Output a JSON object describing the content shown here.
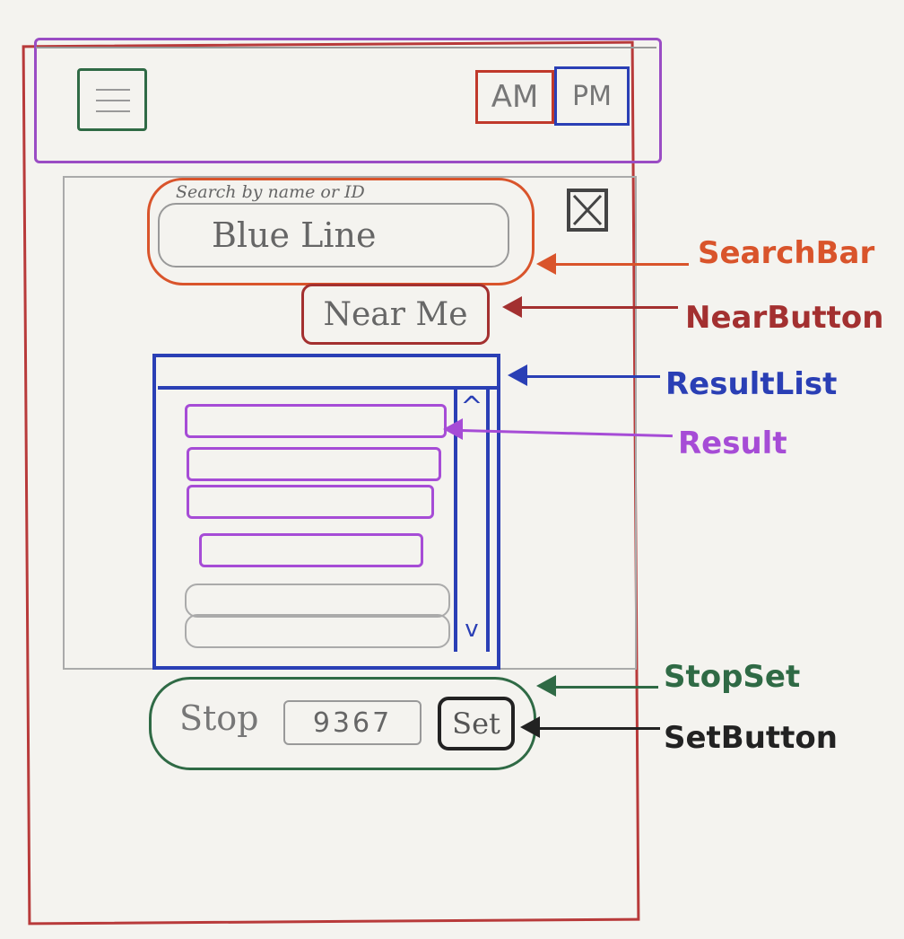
{
  "header": {
    "am_label": "AM",
    "pm_label": "PM",
    "icons": {
      "menu": "hamburger-menu-icon"
    }
  },
  "search": {
    "hint": "Search by name or ID",
    "value": "Blue Line",
    "clear_icon": "close-box-icon"
  },
  "near_button": {
    "label": "Near Me"
  },
  "result_list": {
    "scroll_up": "^",
    "scroll_down": "v",
    "items": [
      {
        "type": "result"
      },
      {
        "type": "result"
      },
      {
        "type": "result"
      },
      {
        "type": "result"
      },
      {
        "type": "empty"
      },
      {
        "type": "empty"
      }
    ]
  },
  "stop_set": {
    "label": "Stop",
    "value": "9367",
    "button_label": "Set"
  },
  "annotations": {
    "search_bar": "SearchBar",
    "near_button": "NearButton",
    "result_list": "ResultList",
    "result": "Result",
    "stop_set": "StopSet",
    "set_button": "SetButton"
  },
  "colors": {
    "frame": "#b83a3a",
    "header": "#9a4cc4",
    "search_bar": "#d9542b",
    "near_button": "#a33030",
    "result_list": "#2a3fb5",
    "result": "#a64cd6",
    "stop_set": "#2f6a45",
    "set_button": "#222222"
  }
}
